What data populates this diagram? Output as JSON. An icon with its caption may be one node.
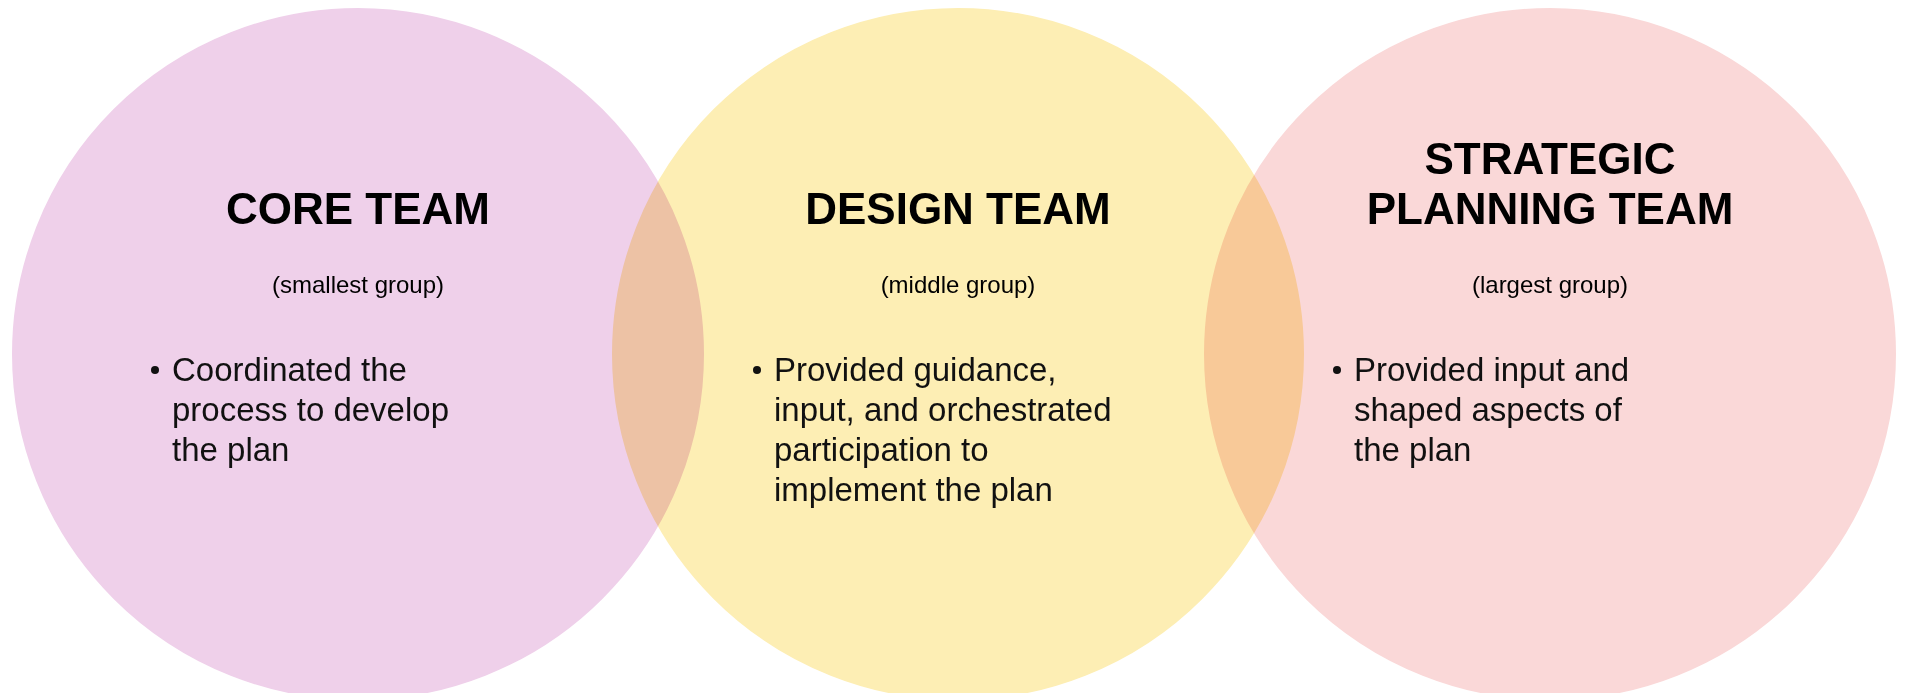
{
  "diagram": {
    "nodes": [
      {
        "text": [
          "CORE TEAM",
          "(smallest group)",
          "Coordinated the process to develop the plan"
        ]
      },
      {
        "text": [
          "DESIGN TEAM",
          "(middle group)",
          "Provided guidance, input, and orchestrated participation to implement the plan"
        ]
      },
      {
        "text": [
          "STRATEGIC PLANNING TEAM",
          "(largest group)",
          "Provided input and shaped aspects of the plan"
        ]
      }
    ],
    "edges": []
  }
}
